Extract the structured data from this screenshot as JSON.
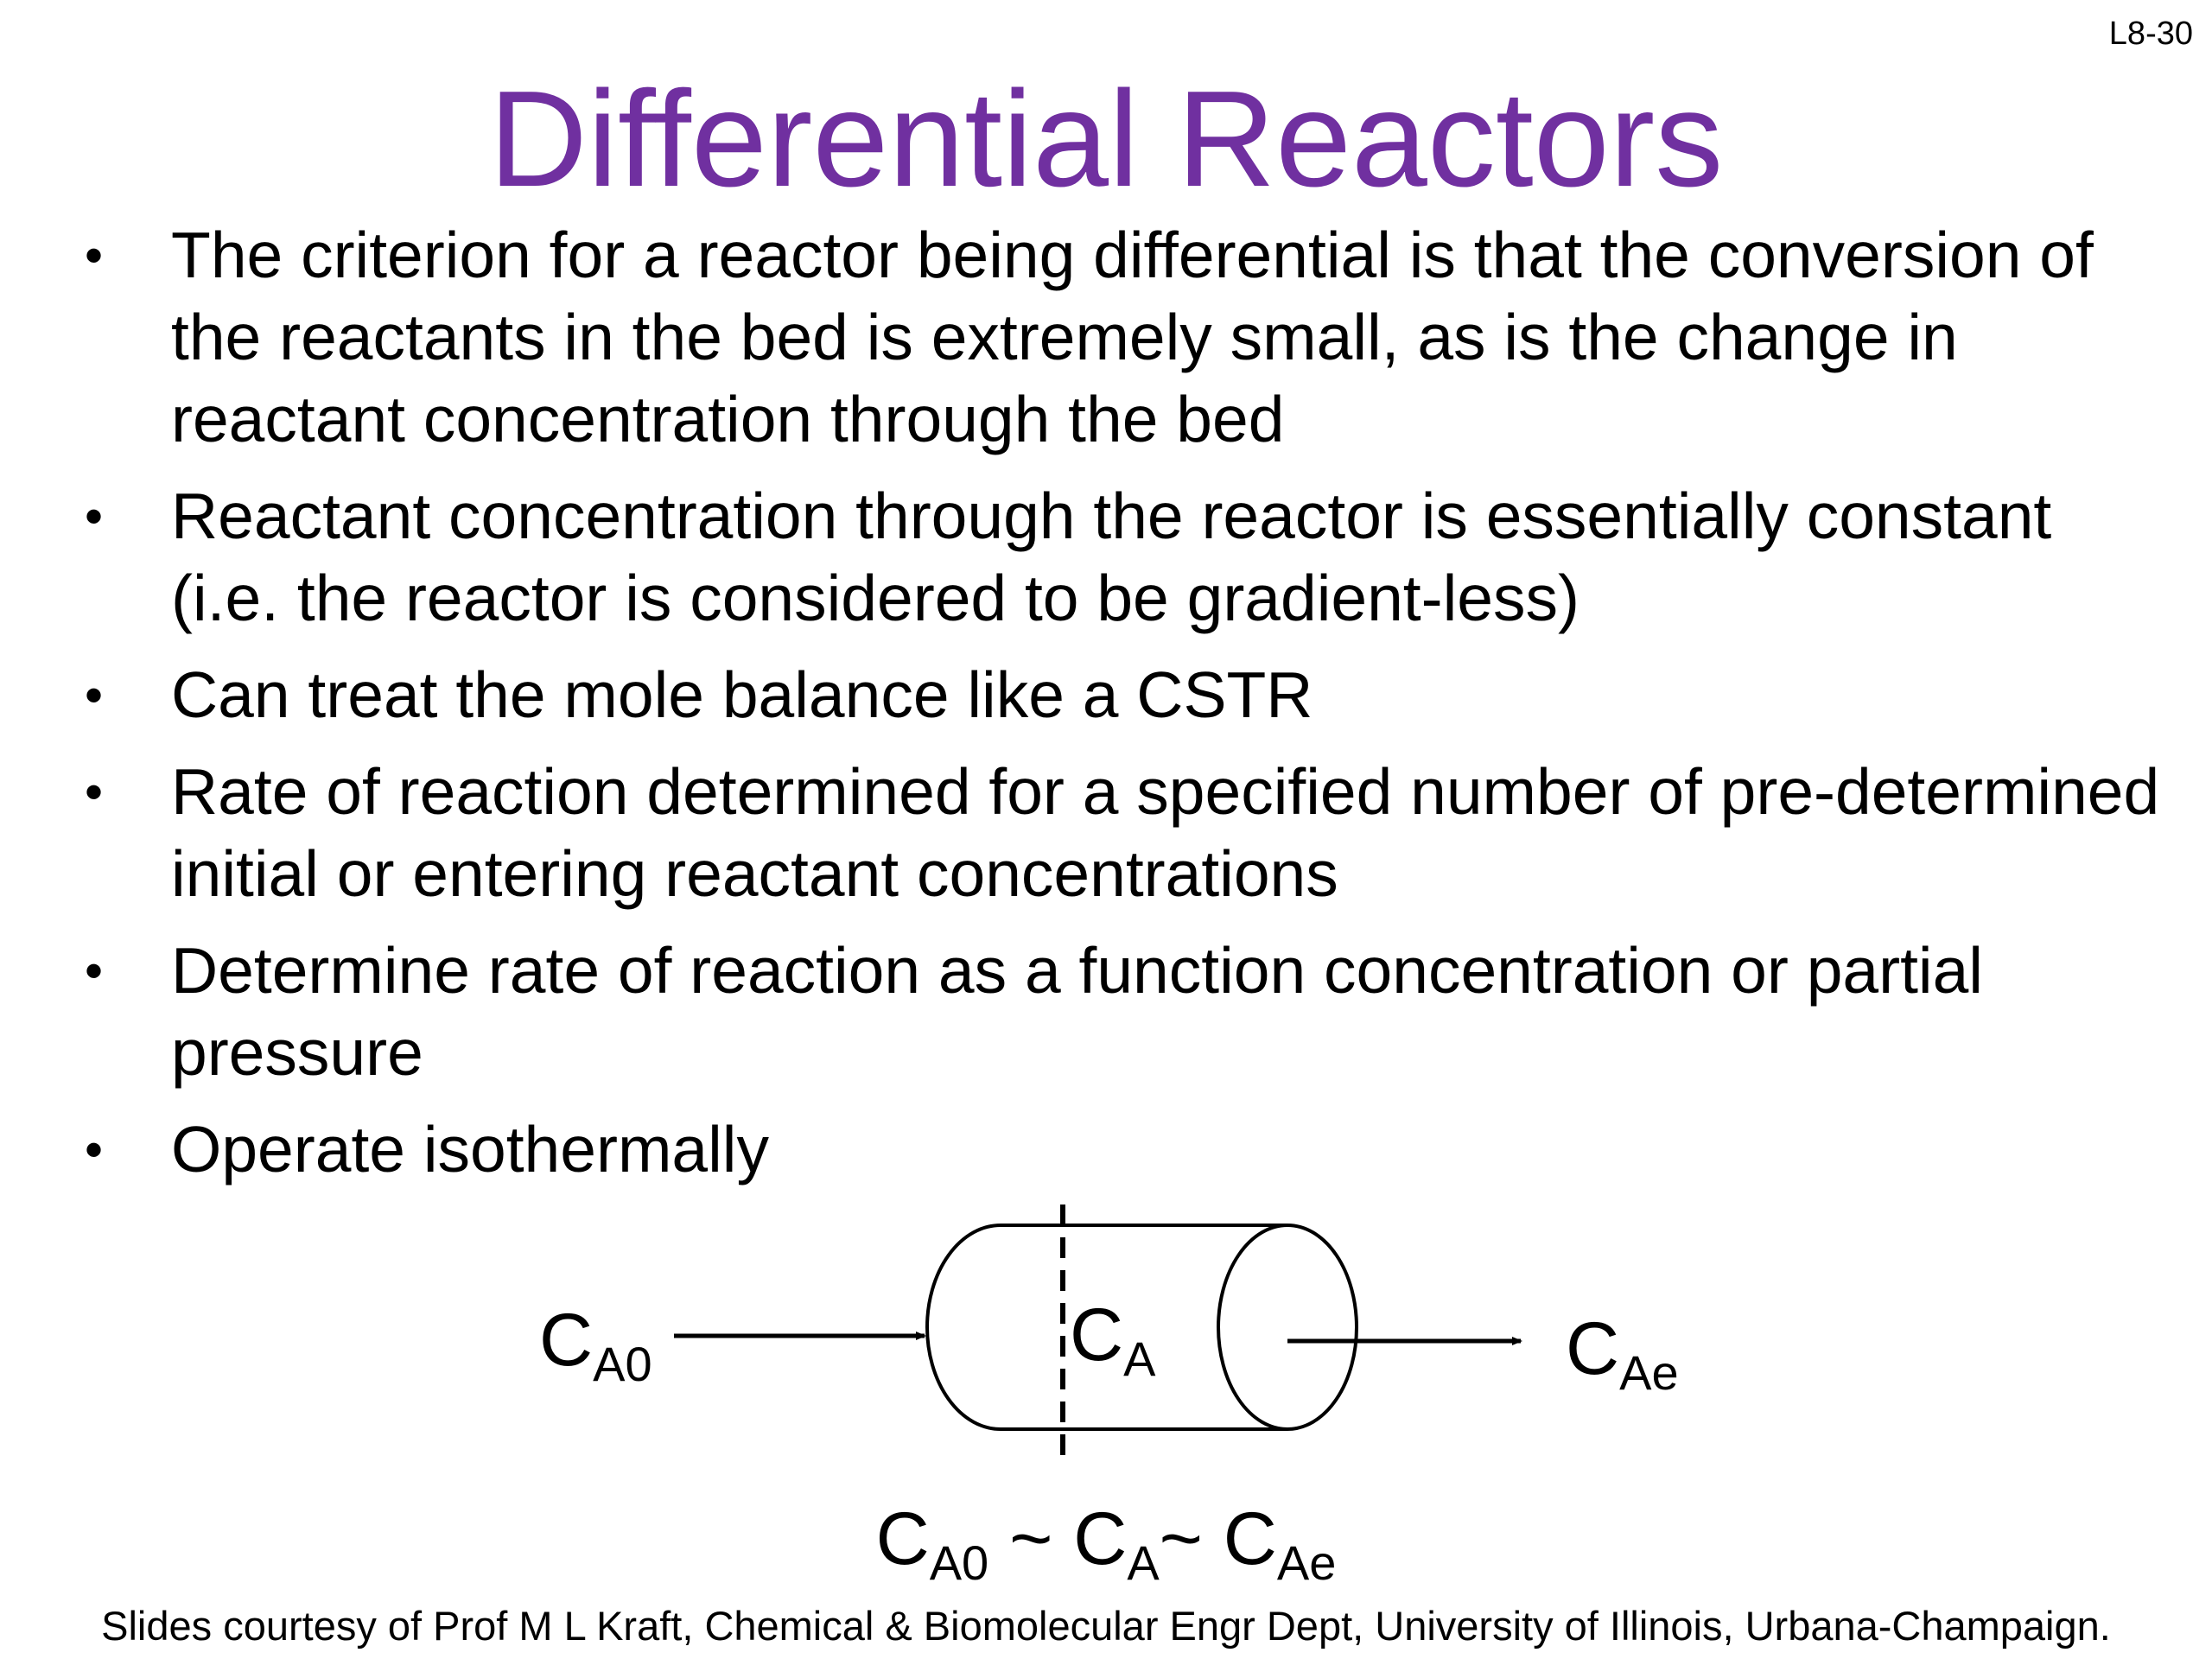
{
  "slide_number": "L8-30",
  "title": "Differential Reactors",
  "colors": {
    "title": "#7030a0",
    "text": "#000000",
    "background": "#ffffff"
  },
  "bullets": [
    {
      "text": "The criterion for a reactor being differential is that the conversion of the reactants in the bed is extremely small, as is the change in reactant concentration through the bed"
    },
    {
      "text": "Reactant concentration through the reactor is essentially constant (i.e. the reactor is considered to be gradient-less)"
    },
    {
      "text": "Can treat the mole balance like a CSTR"
    },
    {
      "text": "Rate of reaction determined for a specified number of pre-determined initial or entering reactant concentrations"
    },
    {
      "text": "Determine rate of reaction as a function concentration or partial pressure"
    },
    {
      "text": "Operate isothermally"
    }
  ],
  "bullet_symbol": "•",
  "diagram": {
    "inlet": {
      "main": "C",
      "sub": "A0"
    },
    "middle": {
      "main": "C",
      "sub": "A"
    },
    "outlet": {
      "main": "C",
      "sub": "Ae"
    }
  },
  "equation": {
    "term1": {
      "main": "C",
      "sub": "A0"
    },
    "sep1": " ~ ",
    "term2": {
      "main": "C",
      "sub": "A"
    },
    "sep2": "~ ",
    "term3": {
      "main": "C",
      "sub": "Ae"
    }
  },
  "footer": "Slides courtesy of Prof M L Kraft, Chemical & Biomolecular Engr Dept, University of Illinois, Urbana-Champaign."
}
